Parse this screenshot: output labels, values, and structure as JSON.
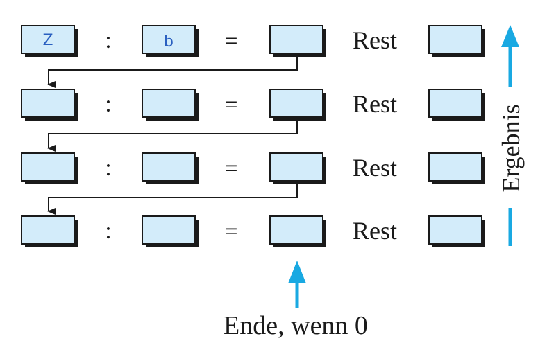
{
  "rows": [
    {
      "dividend": "Z",
      "divisor": "b",
      "colon": ":",
      "equals": "=",
      "rest_label": "Rest"
    },
    {
      "dividend": "",
      "divisor": "",
      "colon": ":",
      "equals": "=",
      "rest_label": "Rest"
    },
    {
      "dividend": "",
      "divisor": "",
      "colon": ":",
      "equals": "=",
      "rest_label": "Rest"
    },
    {
      "dividend": "",
      "divisor": "",
      "colon": ":",
      "equals": "=",
      "rest_label": "Rest"
    }
  ],
  "side_label": "Ergebnis",
  "bottom_label": "Ende, wenn 0",
  "colors": {
    "box_fill": "#d3ecfa",
    "box_shadow": "#1a1a1a",
    "arrow_cyan": "#19a9e2",
    "line": "#1a1a1a"
  }
}
